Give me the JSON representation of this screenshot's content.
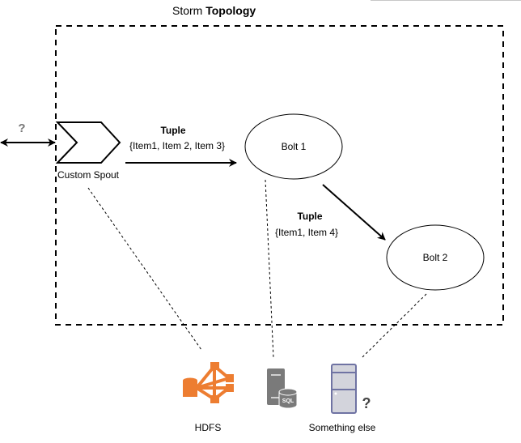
{
  "title": {
    "prefix": "Storm",
    "bold": "Topology"
  },
  "spout": {
    "label": "Custom Spout"
  },
  "input_arrow": {
    "label": "?"
  },
  "edge1": {
    "title": "Tuple",
    "fields": "{Item1, Item 2, Item 3}"
  },
  "bolt1": {
    "label": "Bolt 1"
  },
  "edge2": {
    "title": "Tuple",
    "fields": "{Item1, Item 4}"
  },
  "bolt2": {
    "label": "Bolt 2"
  },
  "stores": [
    {
      "label": "HDFS",
      "icon": "hdfs-icon",
      "color": "#ED7D31"
    },
    {
      "label": "",
      "icon": "sql-server-icon",
      "color": "#7a7a7a"
    },
    {
      "label": "Something else",
      "icon": "server-unknown-icon",
      "color": "#6f73a3",
      "badge": "?"
    }
  ],
  "colors": {
    "line": "#000000",
    "hdfs": "#ED7D31",
    "sql": "#7a7a7a",
    "server_fill": "#d3d4dc",
    "server_stroke": "#6f73a3"
  }
}
